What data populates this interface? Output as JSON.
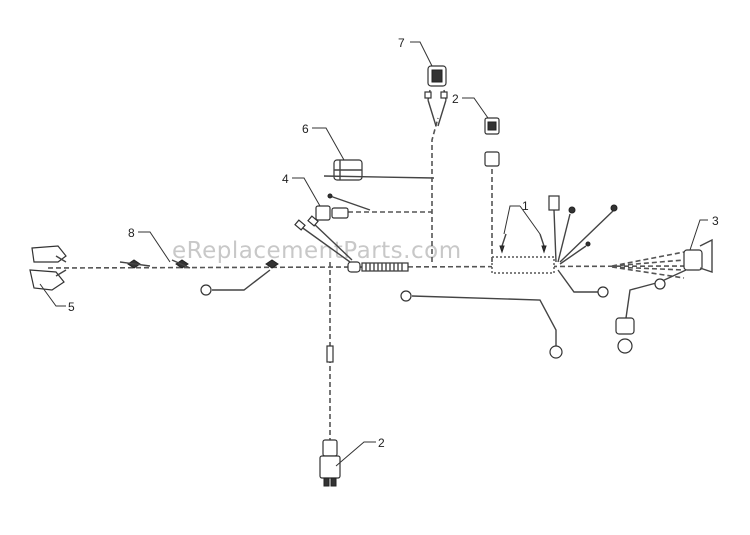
{
  "watermark": "eReplacementParts.com",
  "callouts": [
    {
      "id": "c1",
      "text": "1"
    },
    {
      "id": "c2a",
      "text": "2"
    },
    {
      "id": "c2b",
      "text": "2"
    },
    {
      "id": "c3",
      "text": "3"
    },
    {
      "id": "c4",
      "text": "4"
    },
    {
      "id": "c5",
      "text": "5"
    },
    {
      "id": "c6",
      "text": "6"
    },
    {
      "id": "c7",
      "text": "7"
    },
    {
      "id": "c8",
      "text": "8"
    }
  ]
}
